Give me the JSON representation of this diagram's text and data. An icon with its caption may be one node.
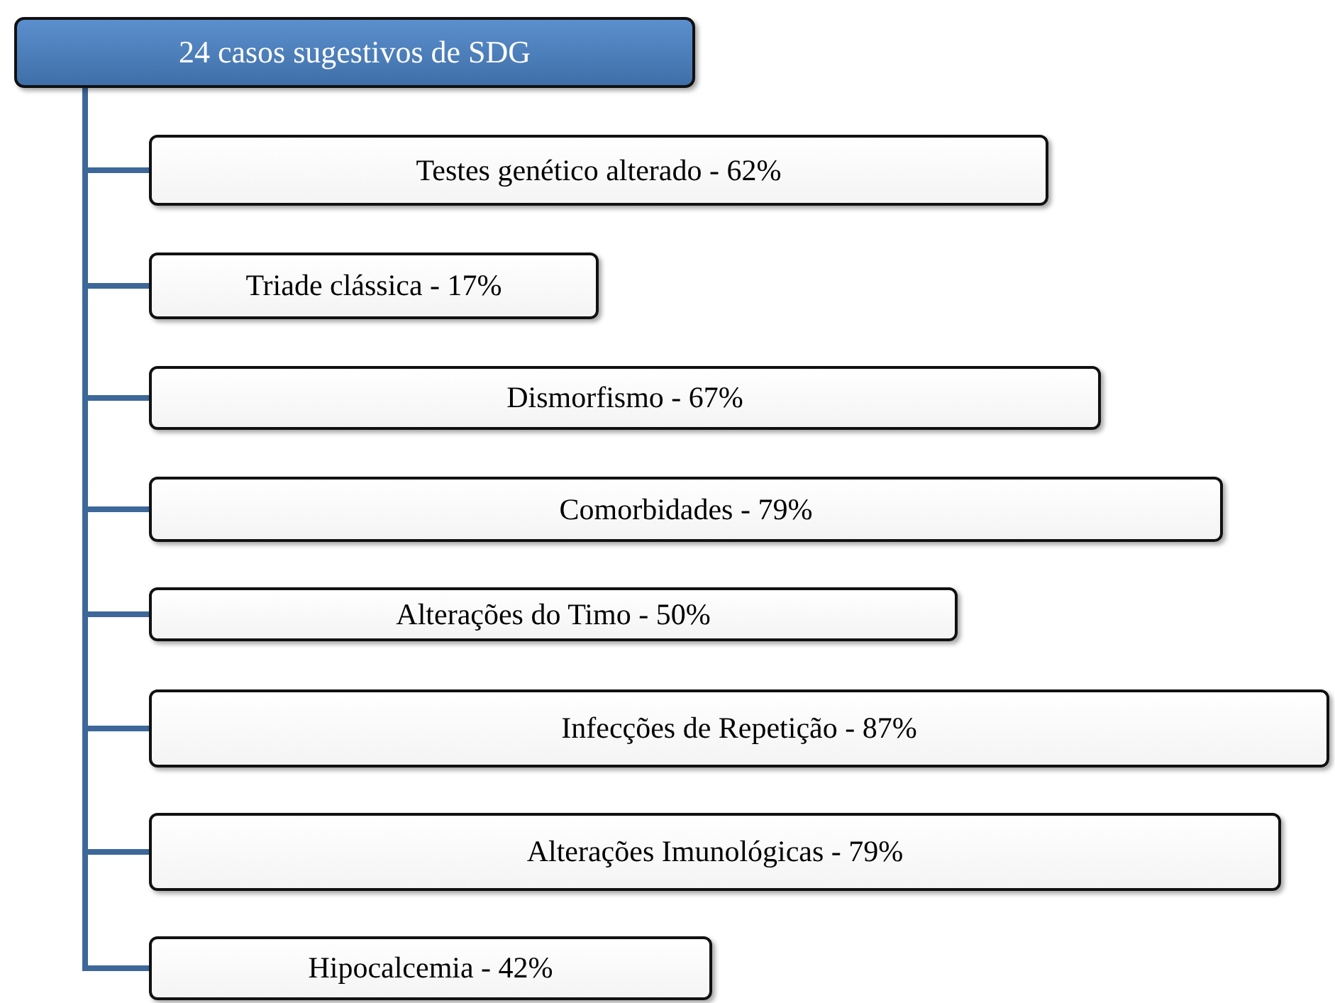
{
  "diagram": {
    "nodes": [
      {
        "text": [
          "24 casos sugestivos de SDG"
        ]
      },
      {
        "text": [
          "Testes genético alterado - 62%"
        ]
      },
      {
        "text": [
          "Triade clássica - 17%"
        ]
      },
      {
        "text": [
          "Dismorfismo - 67%"
        ]
      },
      {
        "text": [
          "Comorbidades - 79%"
        ]
      },
      {
        "text": [
          "Alterações do Timo - 50%"
        ]
      },
      {
        "text": [
          "Infecções de Repetição - 87%"
        ]
      },
      {
        "text": [
          "Alterações Imunológicas - 79%"
        ]
      },
      {
        "text": [
          "Hipocalcemia - 42%"
        ]
      }
    ],
    "edges": [
      {
        "from": 0,
        "to": 1,
        "arrow": "none"
      },
      {
        "from": 0,
        "to": 2,
        "arrow": "none"
      },
      {
        "from": 0,
        "to": 3,
        "arrow": "none"
      },
      {
        "from": 0,
        "to": 4,
        "arrow": "none"
      },
      {
        "from": 0,
        "to": 5,
        "arrow": "none"
      },
      {
        "from": 0,
        "to": 6,
        "arrow": "none"
      },
      {
        "from": 0,
        "to": 7,
        "arrow": "none"
      },
      {
        "from": 0,
        "to": 8,
        "arrow": "none"
      }
    ]
  }
}
